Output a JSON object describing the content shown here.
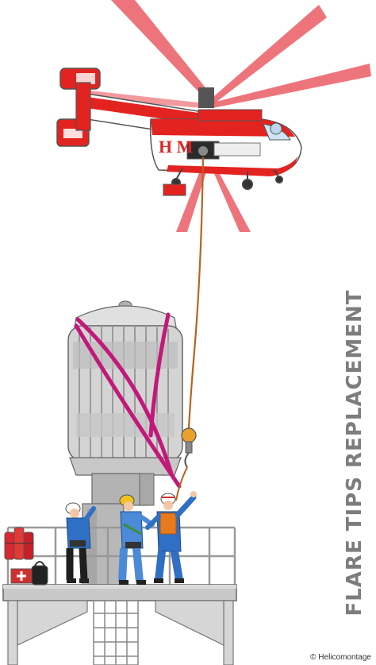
{
  "title": "FLARE TIPS REPLACEMENT",
  "credit": "© Helicomontage",
  "helicopter": {
    "fuselage_marking": "H M"
  },
  "colors": {
    "helicopter_red": "#e32320",
    "rotor_blur": "#e8454f",
    "sling_magenta": "#c2187a",
    "rope": "#b5651d",
    "hook": "#e8a02a",
    "worker_suit": "#2f6fc4",
    "flare_tip": "#d4d4d4",
    "platform": "#c9c9c9",
    "title_gray": "#7d7d7d"
  }
}
